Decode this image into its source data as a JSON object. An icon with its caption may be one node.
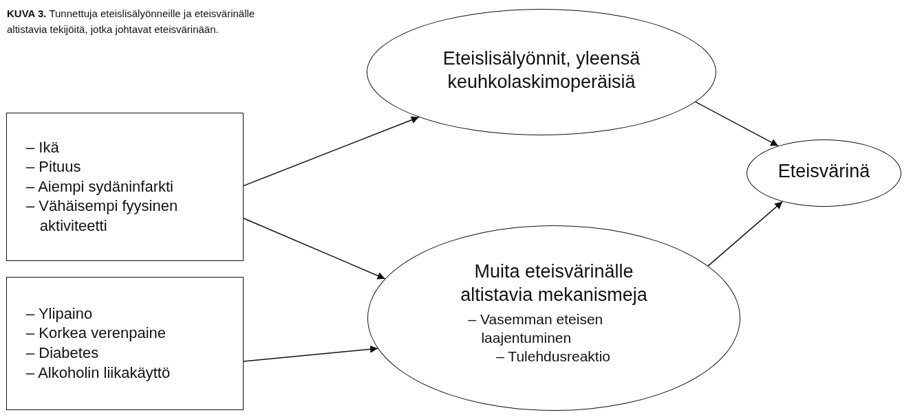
{
  "diagram": {
    "caption": "**KUVA 3.** Tunnettuja eteislisälyönneille ja eteisvärinälle altistavia tekijöitä, jotka johtavat eteisvärinään.",
    "nodes": [
      {
        "text": [
          "– Ikä",
          "– Pituus",
          "– Aiempi sydäninfarkti",
          "– Vähäisempi fyysinen aktiviteetti"
        ]
      },
      {
        "text": [
          "– Ylipaino",
          "– Korkea verenpaine",
          "– Diabetes",
          "– Alkoholin liikakäyttö"
        ]
      },
      {
        "text": [
          "Eteislisälyönnit, yleensä keuhkolaskimoperäisiä"
        ]
      },
      {
        "text": [
          "Muita eteisvärinälle altistavia mekanismeja",
          "– Vasemman eteisen laajentuminen",
          "– Tulehdusreaktio"
        ]
      },
      {
        "text": [
          "Eteisvärinä"
        ]
      }
    ],
    "edges": [
      {
        "from": 0,
        "to": 2,
        "arrow": "to"
      },
      {
        "from": 0,
        "to": 3,
        "arrow": "to"
      },
      {
        "from": 1,
        "to": 3,
        "arrow": "to"
      },
      {
        "from": 2,
        "to": 4,
        "arrow": "to"
      },
      {
        "from": 3,
        "to": 4,
        "arrow": "to"
      }
    ]
  }
}
